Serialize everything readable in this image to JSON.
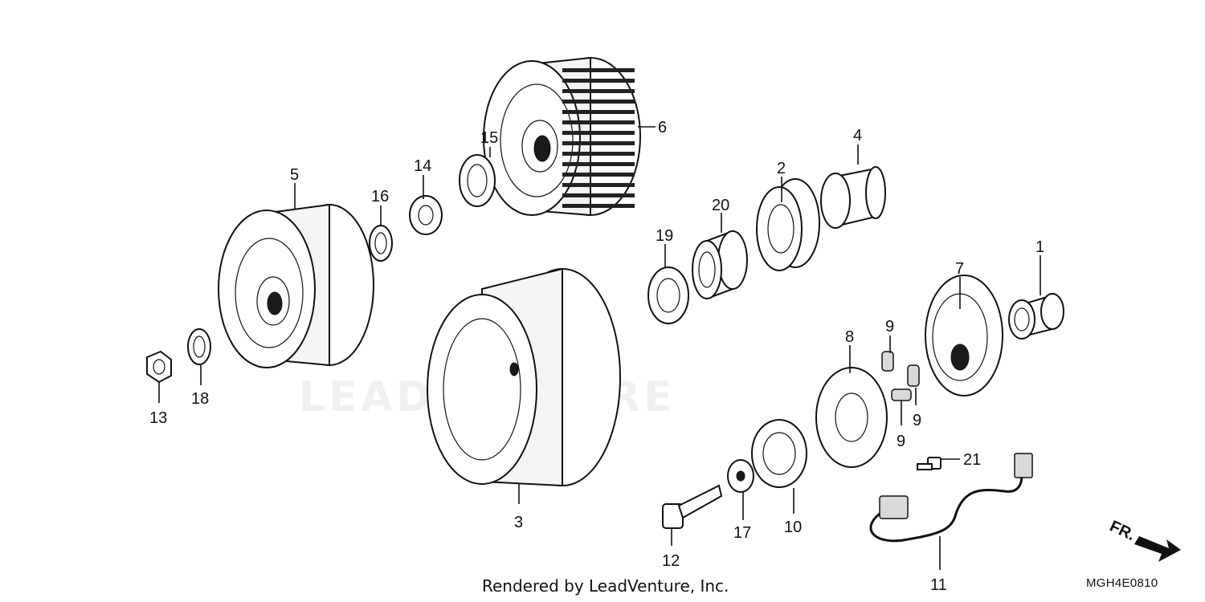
{
  "diagram": {
    "callouts": [
      {
        "id": "1",
        "label": "1"
      },
      {
        "id": "2",
        "label": "2"
      },
      {
        "id": "3",
        "label": "3"
      },
      {
        "id": "4",
        "label": "4"
      },
      {
        "id": "5",
        "label": "5"
      },
      {
        "id": "6",
        "label": "6"
      },
      {
        "id": "7",
        "label": "7"
      },
      {
        "id": "8",
        "label": "8"
      },
      {
        "id": "9a",
        "label": "9"
      },
      {
        "id": "9b",
        "label": "9"
      },
      {
        "id": "9c",
        "label": "9"
      },
      {
        "id": "10",
        "label": "10"
      },
      {
        "id": "11",
        "label": "11"
      },
      {
        "id": "12",
        "label": "12"
      },
      {
        "id": "13",
        "label": "13"
      },
      {
        "id": "14",
        "label": "14"
      },
      {
        "id": "15",
        "label": "15"
      },
      {
        "id": "16",
        "label": "16"
      },
      {
        "id": "17",
        "label": "17"
      },
      {
        "id": "18",
        "label": "18"
      },
      {
        "id": "19",
        "label": "19"
      },
      {
        "id": "20",
        "label": "20"
      },
      {
        "id": "21",
        "label": "21"
      }
    ],
    "direction_arrow": "FR.",
    "credit": "Rendered by LeadVenture, Inc.",
    "diagram_code": "MGH4E0810",
    "watermark": "LEADVENTURE"
  }
}
